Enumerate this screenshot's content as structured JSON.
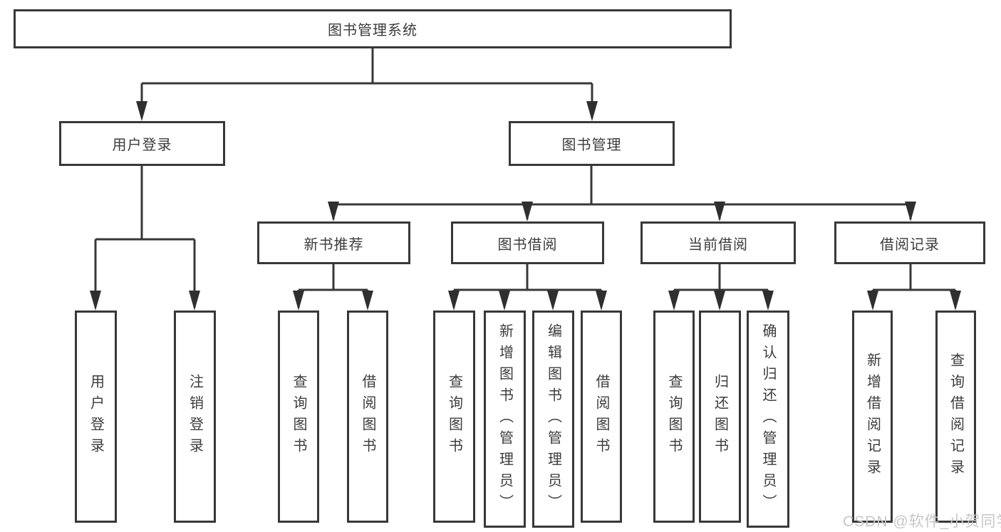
{
  "diagram_type": "functional-structure-tree",
  "nodes": {
    "root": {
      "label": "图书管理系统"
    },
    "user_login": {
      "label": "用户登录"
    },
    "book_management": {
      "label": "图书管理"
    },
    "new_book_recommend": {
      "label": "新书推荐"
    },
    "book_borrowing": {
      "label": "图书借阅"
    },
    "current_borrowing": {
      "label": "当前借阅"
    },
    "borrowing_records": {
      "label": "借阅记录"
    },
    "leaf_user_login": {
      "label": "用户登录"
    },
    "leaf_logout": {
      "label": "注销登录"
    },
    "leaf_rec_query_books": {
      "label": "查询图书"
    },
    "leaf_rec_borrow_books": {
      "label": "借阅图书"
    },
    "leaf_bb_query_books": {
      "label": "查询图书"
    },
    "leaf_bb_add_books_admin": {
      "label": "新增图书（管理员）"
    },
    "leaf_bb_edit_books_admin": {
      "label": "编辑图书（管理员）"
    },
    "leaf_bb_borrow_books": {
      "label": "借阅图书"
    },
    "leaf_cb_query_books": {
      "label": "查询图书"
    },
    "leaf_cb_return_books": {
      "label": "归还图书"
    },
    "leaf_cb_confirm_return_admin": {
      "label": "确认归还（管理员）"
    },
    "leaf_br_add_record": {
      "label": "新增借阅记录"
    },
    "leaf_br_query_record": {
      "label": "查询借阅记录"
    }
  },
  "hierarchy": {
    "图书管理系统": {
      "用户登录": [
        "用户登录",
        "注销登录"
      ],
      "图书管理": {
        "新书推荐": [
          "查询图书",
          "借阅图书"
        ],
        "图书借阅": [
          "查询图书",
          "新增图书（管理员）",
          "编辑图书（管理员）",
          "借阅图书"
        ],
        "当前借阅": [
          "查询图书",
          "归还图书",
          "确认归还（管理员）"
        ],
        "借阅记录": [
          "新增借阅记录",
          "查询借阅记录"
        ]
      }
    }
  },
  "watermark": {
    "text": "CSDN @软件_小贺同学"
  },
  "colors": {
    "line": "#383838",
    "border": "#383838",
    "text": "#3c3c3c",
    "watermark": "#c7c7c7",
    "background": "#ffffff"
  }
}
